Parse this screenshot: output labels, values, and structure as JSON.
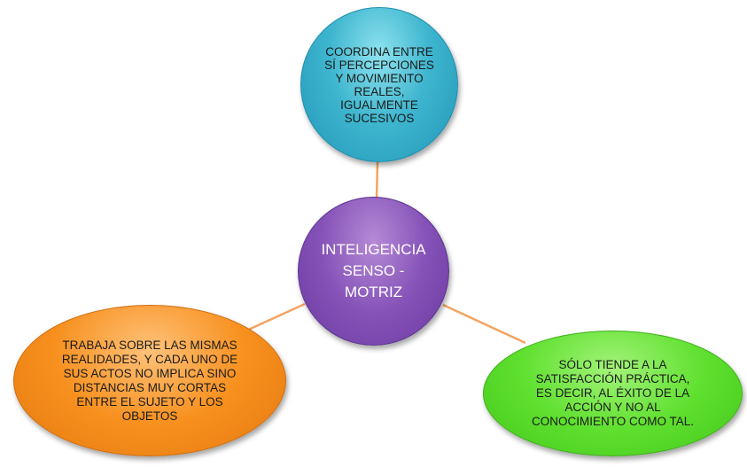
{
  "diagram": {
    "center": {
      "text": "INTELIGENCIA SENSO - MOTRIZ",
      "color": "#8552b8"
    },
    "top": {
      "text": "COORDINA ENTRE SÍ PERCEPCIONES Y MOVIMIENTO REALES, IGUALMENTE SUCESIVOS",
      "color": "#3fb6cf"
    },
    "left": {
      "text": "TRABAJA SOBRE LAS MISMAS REALIDADES, Y CADA UNO DE SUS ACTOS NO IMPLICA SINO DISTANCIAS MUY CORTAS ENTRE EL SUJETO Y LOS OBJETOS",
      "color": "#f7901e"
    },
    "right": {
      "text": "SÓLO TIENDE A LA SATISFACCIÓN PRÁCTICA, ES DECIR, AL ÉXITO DE LA ACCIÓN Y NO AL CONOCIMIENTO COMO TAL.",
      "color": "#5fe02f"
    },
    "connector_color": "#f4a460"
  }
}
